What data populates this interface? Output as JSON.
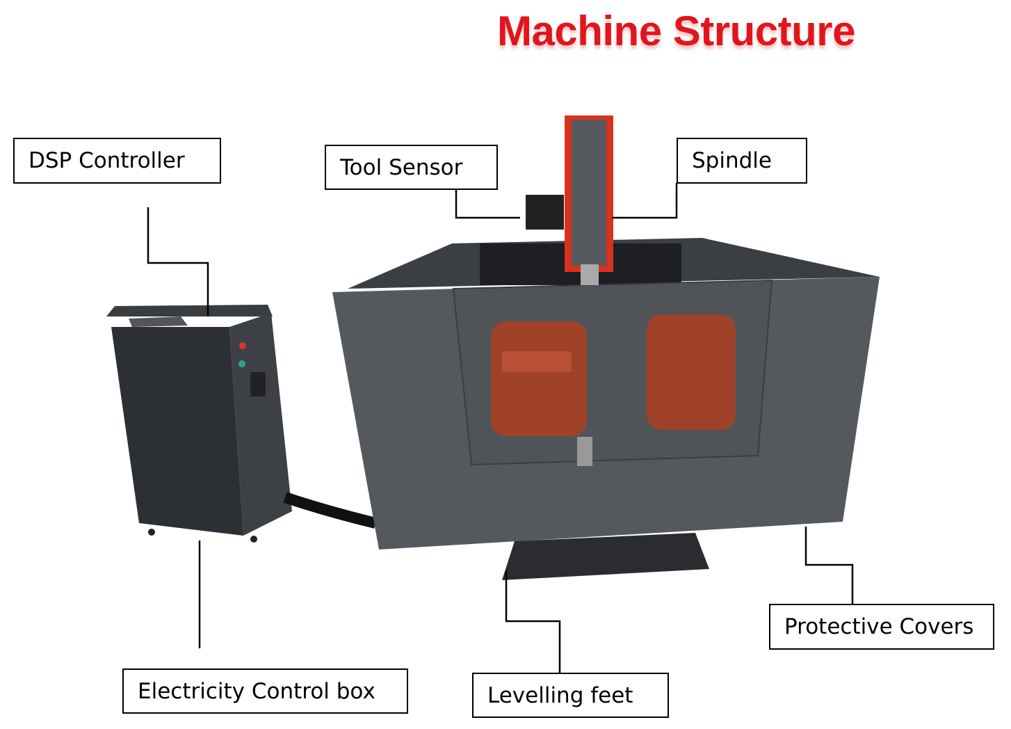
{
  "title": "Machine Structure",
  "labels": {
    "dsp_controller": "DSP Controller",
    "tool_sensor": "Tool Sensor",
    "spindle": "Spindle",
    "protective_covers": "Protective Covers",
    "levelling_feet": "Levelling feet",
    "electricity_control_box": "Electricity Control box"
  },
  "colors": {
    "title": "#e0161c",
    "machine_body": "#4a4d50",
    "accent": "#d8321e"
  }
}
